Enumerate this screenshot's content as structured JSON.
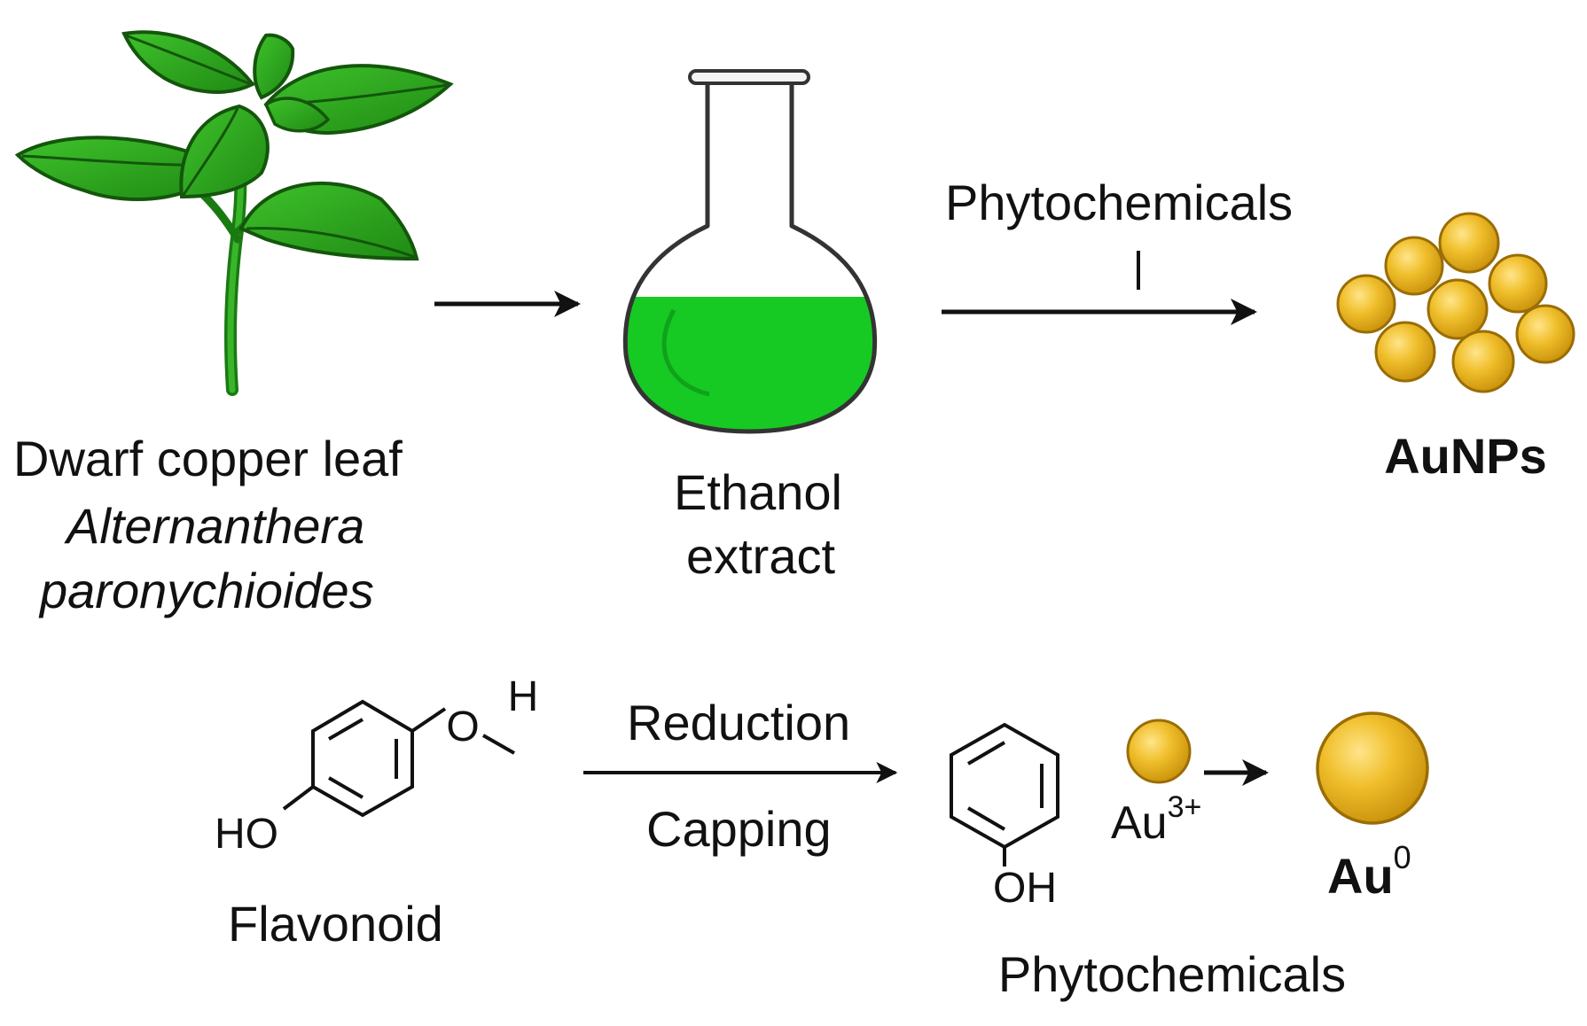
{
  "plant": {
    "common_name": "Dwarf copper leaf",
    "scientific_name_line1": "Alternanthera",
    "scientific_name_line2": "paronychioides"
  },
  "extract": {
    "label_line1": "Ethanol",
    "label_line2": "extract"
  },
  "top_reaction": {
    "reagent_label": "Phytochemicals",
    "product_label": "AuNPs"
  },
  "bottom_reaction": {
    "reactant_label": "Flavonoid",
    "reactant_atoms": {
      "h": "H",
      "o": "O",
      "ho": "HO"
    },
    "above_arrow": "Reduction",
    "below_arrow": "Capping",
    "phenol_label": "OH",
    "phenol_caption": "Phytochemicals",
    "ion_base": "Au",
    "ion_charge": "3+",
    "product_base": "Au",
    "product_charge": "0"
  },
  "colors": {
    "leaf": "#2eaa1e",
    "leaf_dark": "#1a6b10",
    "extract": "#17c923",
    "gold": "#e8b420",
    "gold_dark": "#a87a06"
  }
}
